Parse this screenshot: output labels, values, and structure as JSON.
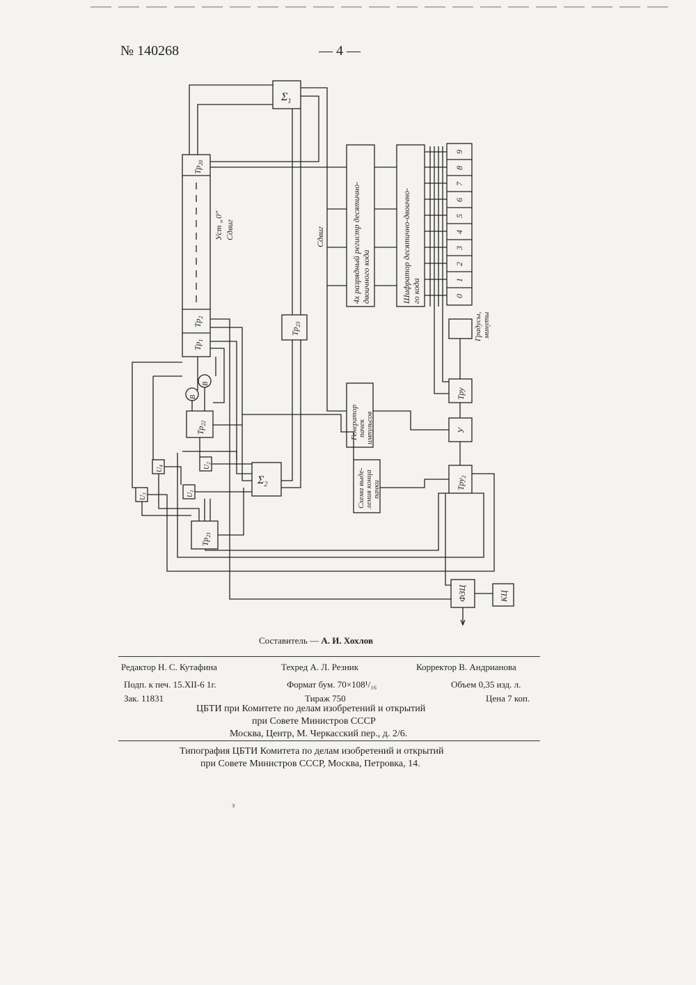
{
  "header": {
    "patent_number": "№ 140268",
    "page_number": "— 4 —"
  },
  "diagram": {
    "sigma1": "Σ",
    "sigma1_sub": "1",
    "sigma2": "Σ",
    "sigma2_sub": "2",
    "tr20": "Тр",
    "tr20_sub": "20",
    "tr2": "Тр",
    "tr2_sub": "2",
    "tr1": "Тр",
    "tr1_sub": "1",
    "tr23": "Тр",
    "tr23_sub": "23",
    "tr22": "Тр",
    "tr22_sub": "22",
    "tr21": "Тр",
    "tr21_sub": "21",
    "tru": "Тру",
    "tru2": "Тру",
    "tru2_sub": "2",
    "u_block": "У",
    "u1": "U",
    "u1_sub": "1",
    "u2": "U",
    "u2_sub": "2",
    "u3": "U",
    "u3_sub": "3",
    "u4": "U",
    "u4_sub": "4",
    "v1": "В",
    "v2": "В",
    "ust0": "Уст „0\"",
    "sdvig1": "Сдвиг",
    "sdvig2": "Сдвиг",
    "register": "4х разрядный регистр десятично-двоичного кода",
    "register_line1": "4х разрядный регистр десятично-",
    "register_line2": "двоичного кода",
    "encoder_line1": "Шифратор десятично-двоично-",
    "encoder_line2": "го кода",
    "generator_line1": "Генератор",
    "generator_line2": "пачек",
    "generator_line3": "импульсов",
    "detector_line1": "Схема выде-",
    "detector_line2": "ления конца",
    "detector_line3": "пачки",
    "degrees_line1": "Градусы,",
    "degrees_line2": "минуты",
    "fzts": "ФЗЦ",
    "kts": "КЦ",
    "keys": [
      "0",
      "1",
      "2",
      "3",
      "4",
      "5",
      "6",
      "7",
      "8",
      "9"
    ]
  },
  "footer": {
    "compiler_label": "Составитель —",
    "compiler_name": "А. И. Хохлов",
    "editor": "Редактор Н. С. Кутафина",
    "techred": "Техред А. Л. Резник",
    "corrector": "Корректор В. Андрианова",
    "signed": "Подп. к печ. 15.XII-6 1г.",
    "format": "Формат бум. 70×108¹/₁₆",
    "volume": "Объем 0,35 изд. л.",
    "order": "Зак. 11831",
    "run": "Тираж 750",
    "price": "Цена 7 коп.",
    "org_line1": "ЦБТИ при Комитете по делам изобретений и открытий",
    "org_line2": "при Совете Министров СССР",
    "org_line3": "Москва, Центр, М. Черкасский пер., д. 2/6.",
    "print_line1": "Типография ЦБТИ Комитета по делам изобретений и открытий",
    "print_line2": "при Совете Министров СССР, Москва, Петровка, 14.",
    "stray": "з"
  }
}
